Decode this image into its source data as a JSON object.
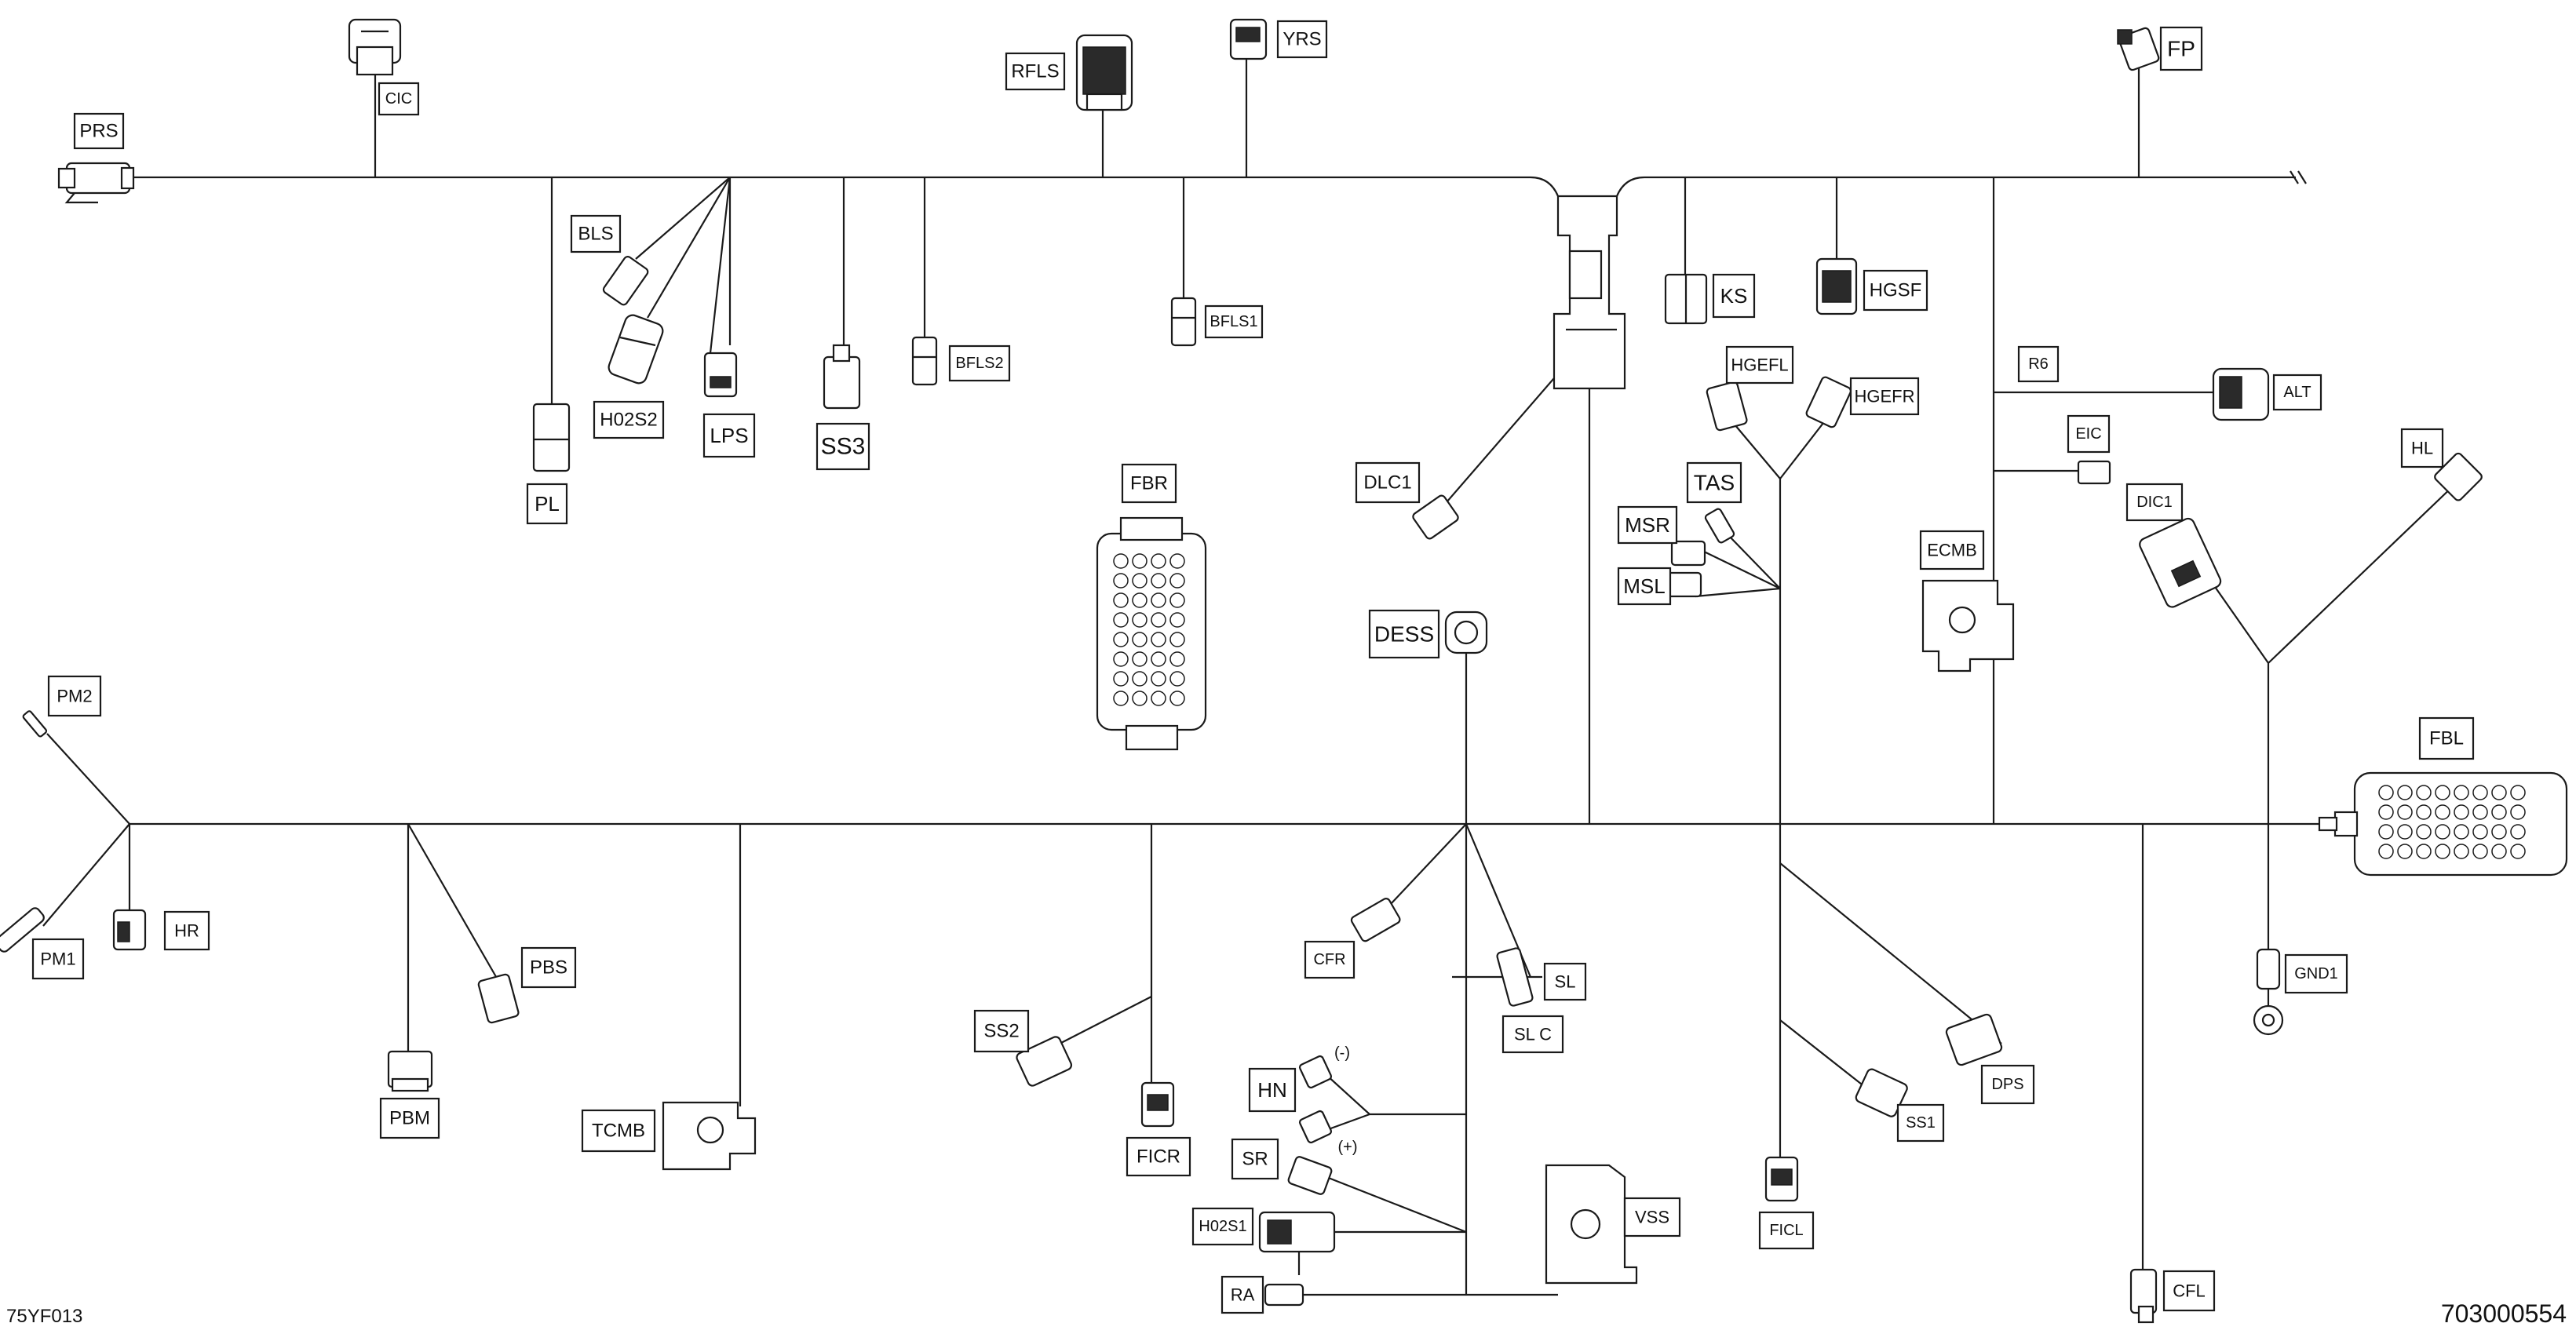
{
  "connectors": {
    "PRS": "PRS",
    "CIC": "CIC",
    "RFLS": "RFLS",
    "YRS": "YRS",
    "FP": "FP",
    "BLS": "BLS",
    "H02S2": "H02S2",
    "LPS": "LPS",
    "SS3": "SS3",
    "BFLS2": "BFLS2",
    "BFLS1": "BFLS1",
    "PL": "PL",
    "KS": "KS",
    "HGSF": "HGSF",
    "HGEFL": "HGEFL",
    "HGEFR": "HGEFR",
    "R6": "R6",
    "ALT": "ALT",
    "EIC": "EIC",
    "HL": "HL",
    "DLC1": "DLC1",
    "TAS": "TAS",
    "MSR": "MSR",
    "MSL": "MSL",
    "ECMB": "ECMB",
    "DIC1": "DIC1",
    "FBR": "FBR",
    "DESS": "DESS",
    "FBL": "FBL",
    "PM2": "PM2",
    "PM1": "PM1",
    "HR": "HR",
    "PBS": "PBS",
    "PBM": "PBM",
    "TCMB": "TCMB",
    "CFR": "CFR",
    "SL": "SL",
    "SL_C": "SL C",
    "GND1": "GND1",
    "SS2": "SS2",
    "FICR": "FICR",
    "HN": "HN",
    "HN_neg": "(-)",
    "HN_pos": "(+)",
    "SR": "SR",
    "H02S1": "H02S1",
    "RA": "RA",
    "VSS": "VSS",
    "SS1": "SS1",
    "DPS": "DPS",
    "FICL": "FICL",
    "CFL": "CFL"
  },
  "footer": {
    "left_code": "75YF013",
    "right_code": "703000554"
  },
  "colors": {
    "line": "#1a1a1a",
    "background": "#ffffff"
  }
}
